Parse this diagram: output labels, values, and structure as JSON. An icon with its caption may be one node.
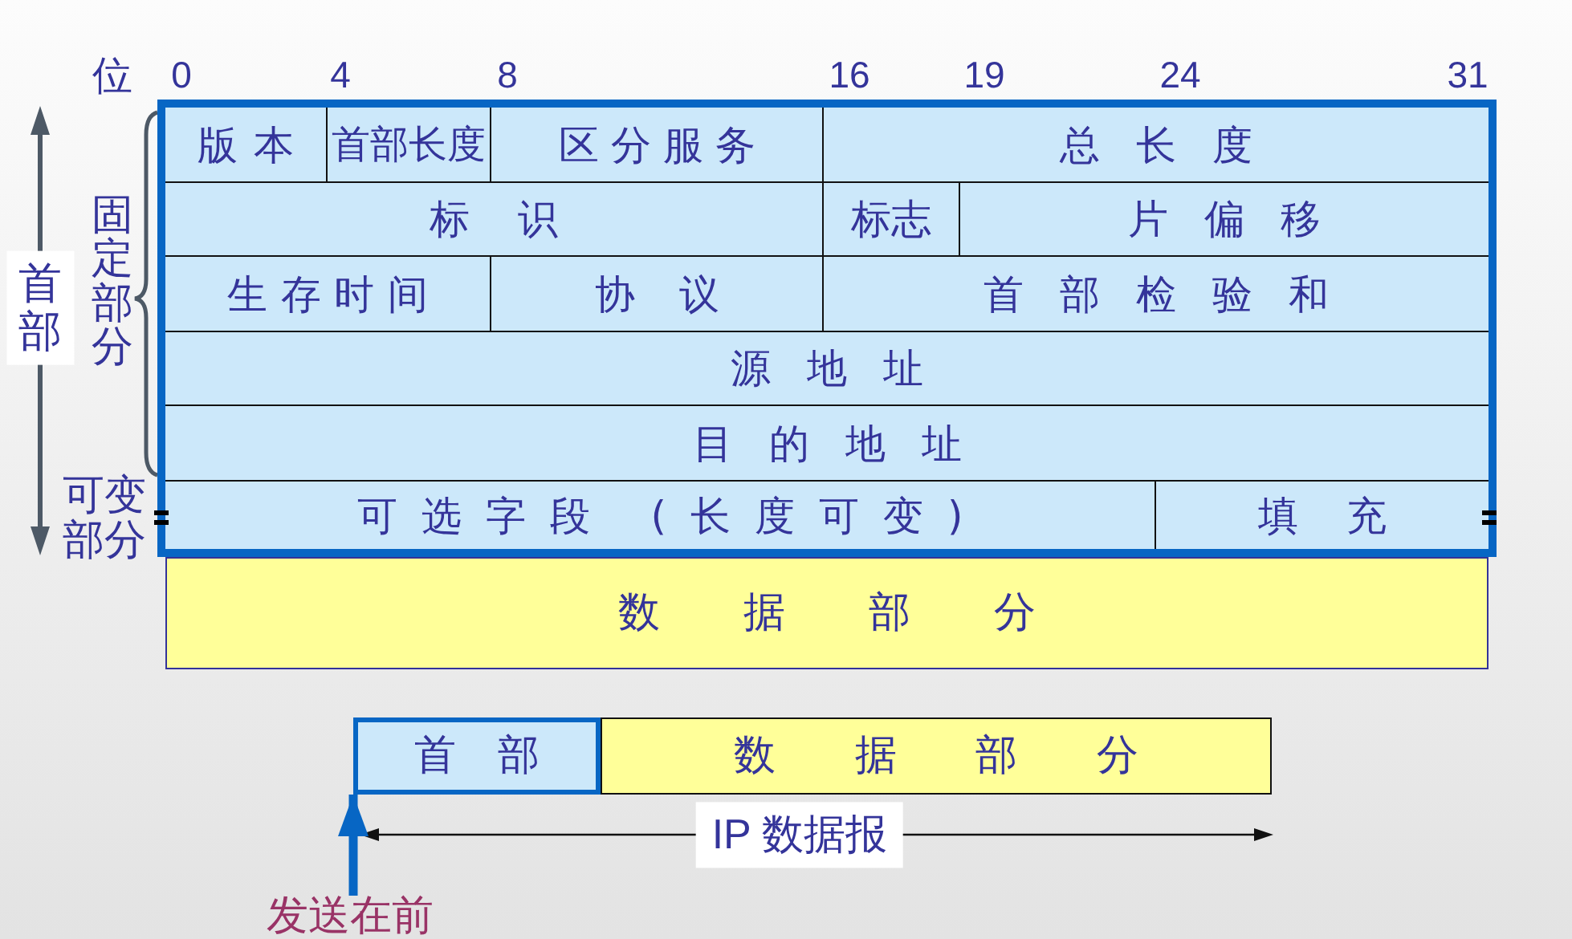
{
  "diagram": {
    "nodes": [
      {
        "text": [],
        "shape": "box"
      },
      {
        "text": [
          "版本"
        ],
        "in": 0
      },
      {
        "text": [
          "首部长度"
        ],
        "in": 0
      },
      {
        "text": [
          "区分服务"
        ],
        "in": 0
      },
      {
        "text": [
          "总长度"
        ],
        "in": 0
      },
      {
        "text": [
          "标识"
        ],
        "in": 0
      },
      {
        "text": [
          "标志"
        ],
        "in": 0
      },
      {
        "text": [
          "片偏移"
        ],
        "in": 0
      },
      {
        "text": [
          "生存时间"
        ],
        "in": 0
      },
      {
        "text": [
          "协议"
        ],
        "in": 0
      },
      {
        "text": [
          "首部检验和"
        ],
        "in": 0
      },
      {
        "text": [
          "源地址"
        ],
        "in": 0
      },
      {
        "text": [
          "目的地址"
        ],
        "in": 0
      },
      {
        "text": [
          "可选字段 (长度可变)"
        ],
        "in": 0
      },
      {
        "text": [
          "填充"
        ],
        "in": 0
      },
      {
        "text": [
          "数据部分"
        ]
      },
      {
        "text": [
          "首部"
        ]
      },
      {
        "text": [
          "数据部分"
        ]
      },
      {
        "text": [
          "发送在前"
        ]
      }
    ],
    "edges": [
      {
        "from": 18,
        "to": 16,
        "arrow": "to",
        "color": "#0766c4"
      }
    ],
    "labels": [
      "位",
      "0",
      "4",
      "8",
      "16",
      "19",
      "24",
      "31",
      "首部",
      "固定部分",
      "可变部分",
      "IP 数据报"
    ]
  }
}
